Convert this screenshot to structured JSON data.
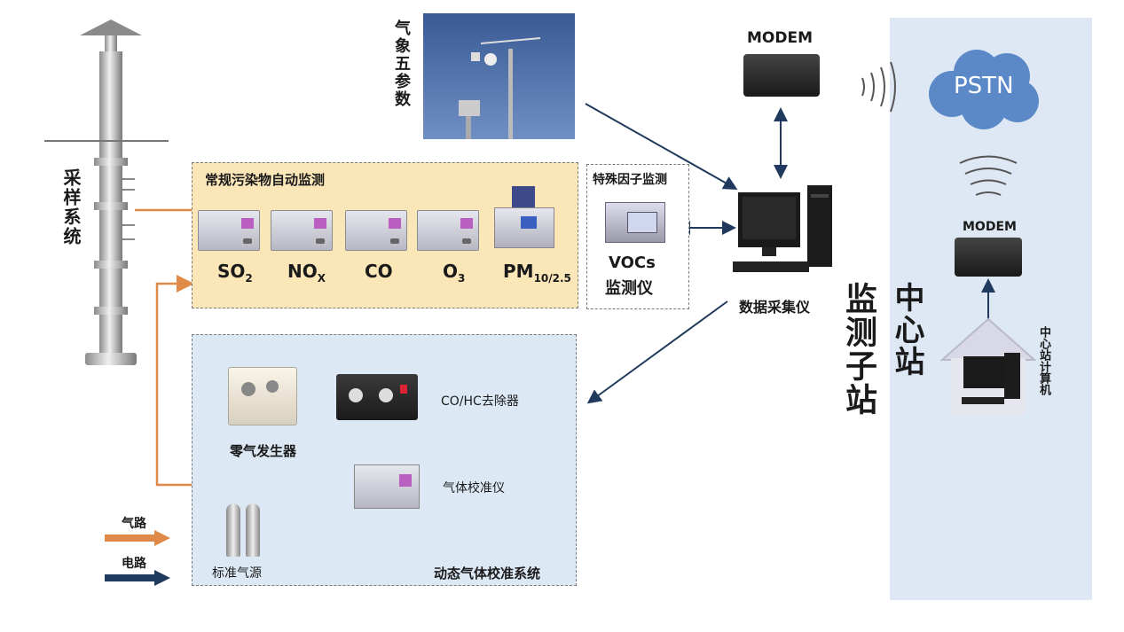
{
  "sampling_system": "采样系统",
  "meteo": "气象五参数",
  "modem_station": "MODEM",
  "modem_central": "MODEM",
  "pstn": "PSTN",
  "conventional": {
    "title": "常规污染物自动监测",
    "items": [
      {
        "name": "SO",
        "sub": "2"
      },
      {
        "name": "NO",
        "sub": "X"
      },
      {
        "name": "CO",
        "sub": ""
      },
      {
        "name": "O",
        "sub": "3"
      },
      {
        "name": "PM",
        "sub": "10/2.5"
      }
    ]
  },
  "special": {
    "title": "特殊因子监测",
    "line1": "VOCs",
    "line2": "监测仪"
  },
  "data_logger": "数据采集仪",
  "substation": "监测子站",
  "central_station": "中心站",
  "central_computer": "中心站计算机",
  "calibration": {
    "title": "动态气体校准系统",
    "zero_air": "零气发生器",
    "remover": "CO/HC去除器",
    "calibrator": "气体校准仪",
    "standard_gas": "标准气源"
  },
  "legend": {
    "gas_path": "气路",
    "electric_path": "电路"
  },
  "colors": {
    "gas_arrow": "#e08a4a",
    "electric_arrow": "#1f3a5c",
    "central_bg": "#dde8f4",
    "conventional_bg": "#fbe6b8",
    "calibration_bg": "#dce9f5"
  }
}
